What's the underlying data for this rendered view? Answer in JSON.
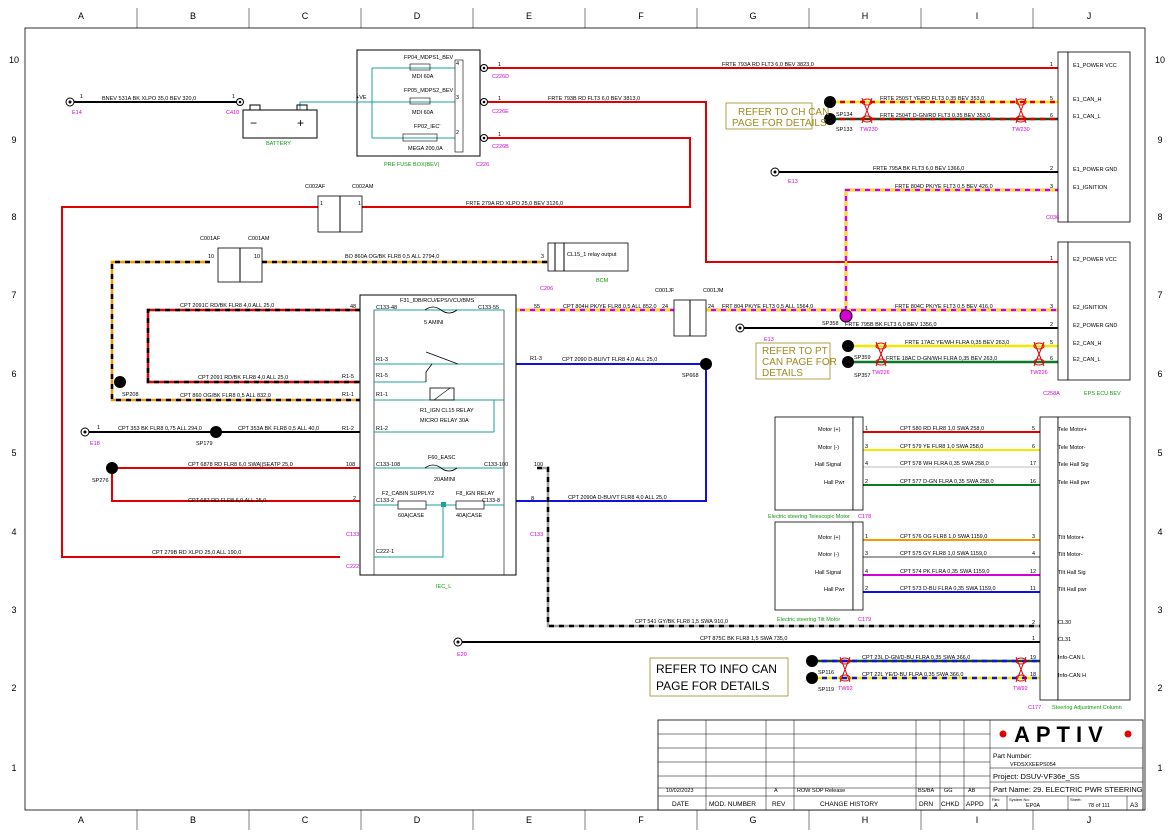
{
  "grid": {
    "cols": [
      "A",
      "B",
      "C",
      "D",
      "E",
      "F",
      "G",
      "H",
      "I",
      "J"
    ],
    "rows": [
      "10",
      "9",
      "8",
      "7",
      "6",
      "5",
      "4",
      "3",
      "2",
      "1"
    ]
  },
  "colors": {
    "red": "#e00000",
    "yellow": "#f5e800",
    "magenta": "#d400d4",
    "orange": "#f49a00",
    "blue": "#1010e0",
    "green": "#0a7a2a",
    "teal": "#1aa39a",
    "gray": "#a0a0a0",
    "dark_green": "#1a4a1a",
    "label_pink": "#d400d4",
    "label_green": "#129a12",
    "note_gold": "#a08a20"
  },
  "fuse_box": {
    "fp04": "FP04_MDPS1_BEV",
    "fp04_rating": "MDI 60A",
    "fp05": "FP05_MDPS2_BEV",
    "fp05_rating": "MDI 60A",
    "fp02": "FP02_IEC'",
    "fp02_rating": "MEGA 200,0A",
    "plus_ve": "+VE",
    "name": "PRE FUSE BOX(BEV)",
    "conn": "C226",
    "pin4": "4",
    "pin3": "3",
    "pin2": "2"
  },
  "battery": {
    "label": "BATTERY",
    "conn": "C410",
    "pin": "1",
    "minus": "−",
    "plus": "+"
  },
  "grounds": {
    "e14": "E14",
    "e13": "E13",
    "e13b": "E13",
    "e18": "E18",
    "e20": "E20"
  },
  "conns": {
    "c226d": "C226D",
    "c226e": "C226E",
    "c226b": "C226B",
    "c002af": "C002AF",
    "c002am": "C002AM",
    "c001af": "C001AF",
    "c001am": "C001AM",
    "c001jf": "C001JF",
    "c001jm": "C001JM",
    "c206": "C206",
    "c133": "C133",
    "c133b": "C133",
    "c222": "C222",
    "c036": "C036",
    "c258a": "C258A",
    "c178": "C178",
    "c179": "C179",
    "c177": "C177",
    "pin1": "1",
    "pin10": "10",
    "pin24": "24",
    "pin3": "3"
  },
  "wires": {
    "w1": "BNEV 531A BK XLPO 35,0 BEV 320,0",
    "w2": "FRTE 793A RD FLT3 6,0 BEV 3823,0",
    "w3": "FRTE 793B RD FLT3 6,0 BEV 3813,0",
    "w4": "FRTE 250ST YE/RD FLT3 0,35 BEV 353,0",
    "w5": "FRTE 2504T D-GN/RD FLT3 0,35 BEV 353,0",
    "w6": "FRTE 795A BK FLT3 6,0 BEV 1366,0",
    "w7": "FRTE 804D PK/YE FLT3 0,5 BEV 426,0",
    "w8": "FRTE 279A RD XLPO 25,0 BEV 3126,0",
    "w9": "BO 860A OG/BK FLR8 0,5 ALL 2794,0",
    "w10": "CPT 804H PK/YE FLR8 0,5 ALL 852,0",
    "w11": "FRT 804 PK/YE FLT3 0,5 ALL 1564,0",
    "w12": "FRTE 804C PK/YE FLT3 0,5 BEV 416,0",
    "w13": "FRTE 795B BK FLT3 6,0 BEV 1356,0",
    "w14": "FRTE 17AC YE/WH FLRA 0,35 BEV 263,0",
    "w15": "FRTE 18AC D-GN/WH FLRA 0,35 BEV 263,0",
    "w16": "CPT 2091C RD/BK FLR8 4,0 ALL 25,0",
    "w17": "CPT 2091 RD/BK FLR8 4,0 ALL 25,0",
    "w18": "CPT 860 OG/BK FLR8 0,5 ALL 832,0",
    "w19": "CPT 2090 D-BU/VT FLR8 4,0 ALL 25,0",
    "w20": "CPT 353 BK FLR8 0,75 ALL 294,0",
    "w21": "CPT 353A BK FLR8 0,5 ALL 40,0",
    "w22": "CPT 6878 RD FLR8 6,0 SWA||SEATP 25,0",
    "w23": "CPT 687 RD FLR8 6,0 ALL 25,0",
    "w24": "CPT 2090A D-BU/VT FLR8 4,0 ALL 25,0",
    "w25": "CPT 279B RD XLPO 25,0 ALL 190,0",
    "w26": "CPT 580 RD FLR8 1,0 SWA 258,0",
    "w27": "CPT 579 YE FLR8 1,0 SWA 258,0",
    "w28": "CPT 578 WH FLRA 0,35 SWA 258,0",
    "w29": "CPT 577 D-GN FLRA 0,35 SWA 258,0",
    "w30": "CPT 576 OG FLR8 1,0 SWA 1159,0",
    "w31": "CPT 575 GY FLR8 1,0 SWA 1159,0",
    "w32": "CPT 574 PK FLRA 0,35 SWA 1159,0",
    "w33": "CPT 573 D-BU FLRA 0,35 SWA 1159,0",
    "w34": "CPT 541 GY/BK FLR8 1,5 SWA 910,0",
    "w35": "CPT 875C BK FLR8 1,5 SWA 735,0",
    "w36": "CPT 23L D-GN/D-BU FLRA 0,35 SWA 366,0",
    "w37": "CPT 22L YE/D-BU FLRA 0,35 SWA 366,0"
  },
  "splices": {
    "sp134": "SP134",
    "sp133": "SP133",
    "sp358": "SP358",
    "sp359": "SP359",
    "sp357": "SP357",
    "sp208": "SP208",
    "sp179": "SP179",
    "sp276": "SP276",
    "sp668": "SP668",
    "sp116": "SP116",
    "sp119": "SP119"
  },
  "twists": {
    "tw230a": "TW230",
    "tw230b": "TW230",
    "tw226a": "TW226",
    "tw226b": "TW226",
    "tw92a": "TW92",
    "tw92b": "TW92"
  },
  "notes": {
    "ch_can": [
      "REFER TO CH CAN",
      "PAGE FOR DETAILS"
    ],
    "pt_can": [
      "REFER TO PT",
      "CAN PAGE FOR",
      "DETAILS"
    ],
    "info_can": [
      "REFER TO  INFO CAN",
      "PAGE FOR DETAILS"
    ]
  },
  "bcm": {
    "pin": "3",
    "text": "CL15_1 relay output",
    "name": "BCM"
  },
  "iec": {
    "f31": "F31_IDB/RCU/EPS/VCU/BMS",
    "f31_rating": "5 AMINI",
    "c133_48": "C133-48",
    "c133_55": "C133-55",
    "p48": "48",
    "p55": "55",
    "r1_3": "R1-3",
    "r1_3b": "R1-3",
    "r1_5": "R1-5",
    "r1_5b": "R1-5",
    "r1_1": "R1-1",
    "r1_1b": "R1-1",
    "r1_2": "R1-2",
    "r1_2b": "R1-2",
    "relay": "R1_IGN CL15 RELAY",
    "relay2": "MICRO RELAY 30A",
    "f60": "F60_EASC",
    "f60_rating": "20AMINI",
    "c133_108": "C133-108",
    "c133_100": "C133-100",
    "p108": "108",
    "p100": "100",
    "f2": "F2_CABIN SUPPLY2",
    "f2_rating": "60A|CASE",
    "f8": "F8_IGN RELAY",
    "f8_rating": "40A|CASE",
    "c133_2": "C133-2",
    "p2": "2",
    "c133_8": "C133-8",
    "p8": "8",
    "c222_1": "C222-1",
    "name": "IEC_L"
  },
  "eps_ecu": {
    "pins1": [
      {
        "n": "1",
        "l": "E1_POWER VCC"
      },
      {
        "n": "5",
        "l": "E1_CAN_H"
      },
      {
        "n": "6",
        "l": "E1_CAN_L"
      },
      {
        "n": "2",
        "l": "E1_POWER GND"
      },
      {
        "n": "3",
        "l": "E1_IGNITION"
      }
    ],
    "pins2": [
      {
        "n": "1",
        "l": "E2_POWER VCC"
      },
      {
        "n": "3",
        "l": "E2_IGNITION"
      },
      {
        "n": "2",
        "l": "E2_POWER GND"
      },
      {
        "n": "5",
        "l": "E2_CAN_H"
      },
      {
        "n": "6",
        "l": "E2_CAN_L"
      }
    ],
    "name": "EPS ECU BEV"
  },
  "tele_motor": {
    "pins": [
      {
        "l": "Motor (+)",
        "n": "1"
      },
      {
        "l": "Motor (-)",
        "n": "3"
      },
      {
        "l": "Hall Signal",
        "n": "4"
      },
      {
        "l": "Hall Pwr",
        "n": "2"
      }
    ],
    "name": "Electric steering Telescopic Motor"
  },
  "tilt_motor": {
    "pins": [
      {
        "l": "Motor (+)",
        "n": "1"
      },
      {
        "l": "Motor (-)",
        "n": "3"
      },
      {
        "l": "Hall Signal",
        "n": "4"
      },
      {
        "l": "Hall Pwr",
        "n": "2"
      }
    ],
    "name": "Electric steering Tilt Motor"
  },
  "column": {
    "pins": [
      {
        "n": "5",
        "l": "Tele Motor+"
      },
      {
        "n": "6",
        "l": "Tele Motor-"
      },
      {
        "n": "17",
        "l": "Tele Hall Sig"
      },
      {
        "n": "16",
        "l": "Tele Hall pwr"
      },
      {
        "n": "3",
        "l": "Tilt Motor+"
      },
      {
        "n": "4",
        "l": "Tilt Motor-"
      },
      {
        "n": "12",
        "l": "Tilt Hall Sig"
      },
      {
        "n": "11",
        "l": "Tilt Hall pwr"
      },
      {
        "n": "2",
        "l": "CL30"
      },
      {
        "n": "1",
        "l": "CL31"
      },
      {
        "n": "19",
        "l": "Info-CAN L"
      },
      {
        "n": "18",
        "l": "Info-CAN H"
      }
    ],
    "name": "Steering Adjustment Column"
  },
  "title_block": {
    "logo": "APTIV",
    "date": "10/02/2023",
    "rev_mark": "A",
    "change": "ROW SOP Release",
    "drn": "BS/BA",
    "chkd": "GG",
    "appd": "AB",
    "h_date": "DATE",
    "h_mod": "MOD. NUMBER",
    "h_rev": "REV",
    "h_change": "CHANGE HISTORY",
    "h_drn": "DRN",
    "h_chkd": "CHKD",
    "h_appd": "APPD",
    "part_number_label": "Part Number:",
    "part_number": "VFDSXXEEPS054",
    "project": "Project: DSUV-VF36e_SS",
    "part_name": "Part Name: 29. ELECTRIC PWR STEERING",
    "rev_label": "Rev:",
    "rev_val": "A",
    "sys_label": "System No:",
    "sys_val": "EP0A",
    "sheet_label": "Sheet:",
    "sheet_val": "78 of 111",
    "size": "A3"
  }
}
